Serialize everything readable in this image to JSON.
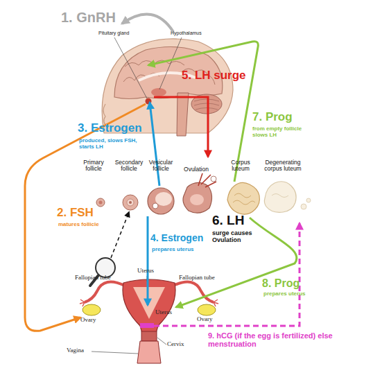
{
  "diagram": {
    "labels": [
      "1. GnRH",
      "Pituitary gland",
      "Hypothalamus",
      "5. LH surge",
      "3. Estrogen",
      "produced, slows FSH, starts LH",
      "7. Prog",
      "from empty follicle slows LH",
      "Primary follicle",
      "Secondary follicle",
      "Vesicular follicle",
      "Ovulation",
      "Corpus luteum",
      "Degenerating corpus luteum",
      "2. FSH",
      "matures follicle",
      "4. Estrogen",
      "prepares uterus",
      "6. LH",
      "surge causes Ovulation",
      "8. Prog",
      "prepares uterus",
      "Fallopian tube",
      "Uterus",
      "Fallopian tube",
      "Ovary",
      "Ovary",
      "Uterus",
      "Cervix",
      "Vagina",
      "9. hCG (if the egg is fertilized) else menstruation"
    ]
  }
}
